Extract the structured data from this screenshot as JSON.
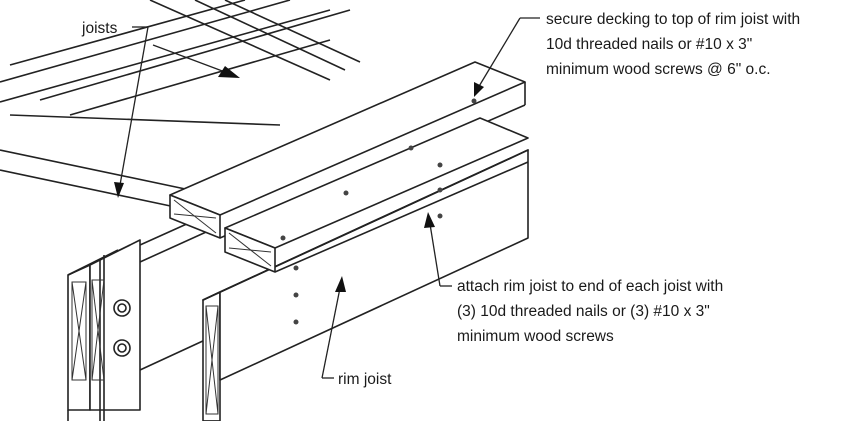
{
  "labels": {
    "joists": "joists",
    "rim_joist": "rim joist",
    "secure_line1": "secure decking to top of rim joist with",
    "secure_line2": "10d threaded nails or #10 x 3\"",
    "secure_line3": "minimum wood screws @ 6\" o.c.",
    "attach_line1": "attach rim joist to end of each joist with",
    "attach_line2": "(3) 10d threaded nails or (3) #10 x 3\"",
    "attach_line3": "minimum wood screws"
  },
  "colors": {
    "line": "#222222",
    "background": "#ffffff"
  }
}
